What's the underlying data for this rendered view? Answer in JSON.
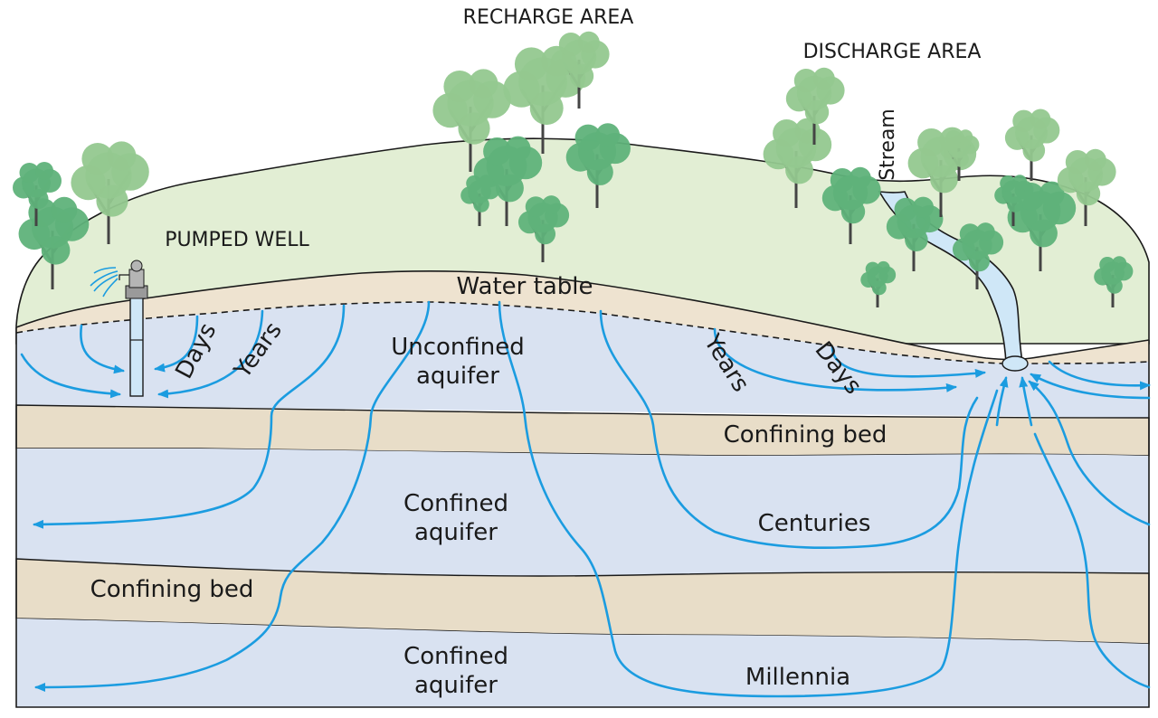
{
  "labels": {
    "recharge_area": "RECHARGE AREA",
    "discharge_area": "DISCHARGE AREA",
    "pumped_well": "PUMPED WELL",
    "stream": "Stream",
    "water_table": "Water table",
    "unconfined_aquifer": [
      "Unconfined",
      "aquifer"
    ],
    "confining_bed_upper": "Confining bed",
    "confined_aquifer_upper": [
      "Confined",
      "aquifer"
    ],
    "confining_bed_lower": "Confining bed",
    "confined_aquifer_lower": [
      "Confined",
      "aquifer"
    ],
    "days_left": "Days",
    "years_left": "Years",
    "years_right": "Years",
    "days_right": "Days",
    "centuries": "Centuries",
    "millennia": "Millennia"
  },
  "colors": {
    "land": "#e2eed4",
    "unsaturated": "#eee3d0",
    "aquifer": "#d9e2f1",
    "confining_bed": "#e8ddc8",
    "flow_line": "#1b9ce0",
    "stream": "#cfe7f7",
    "tree_light": "#93c88f",
    "tree_dark": "#5fb27a",
    "trunk": "#444444"
  }
}
